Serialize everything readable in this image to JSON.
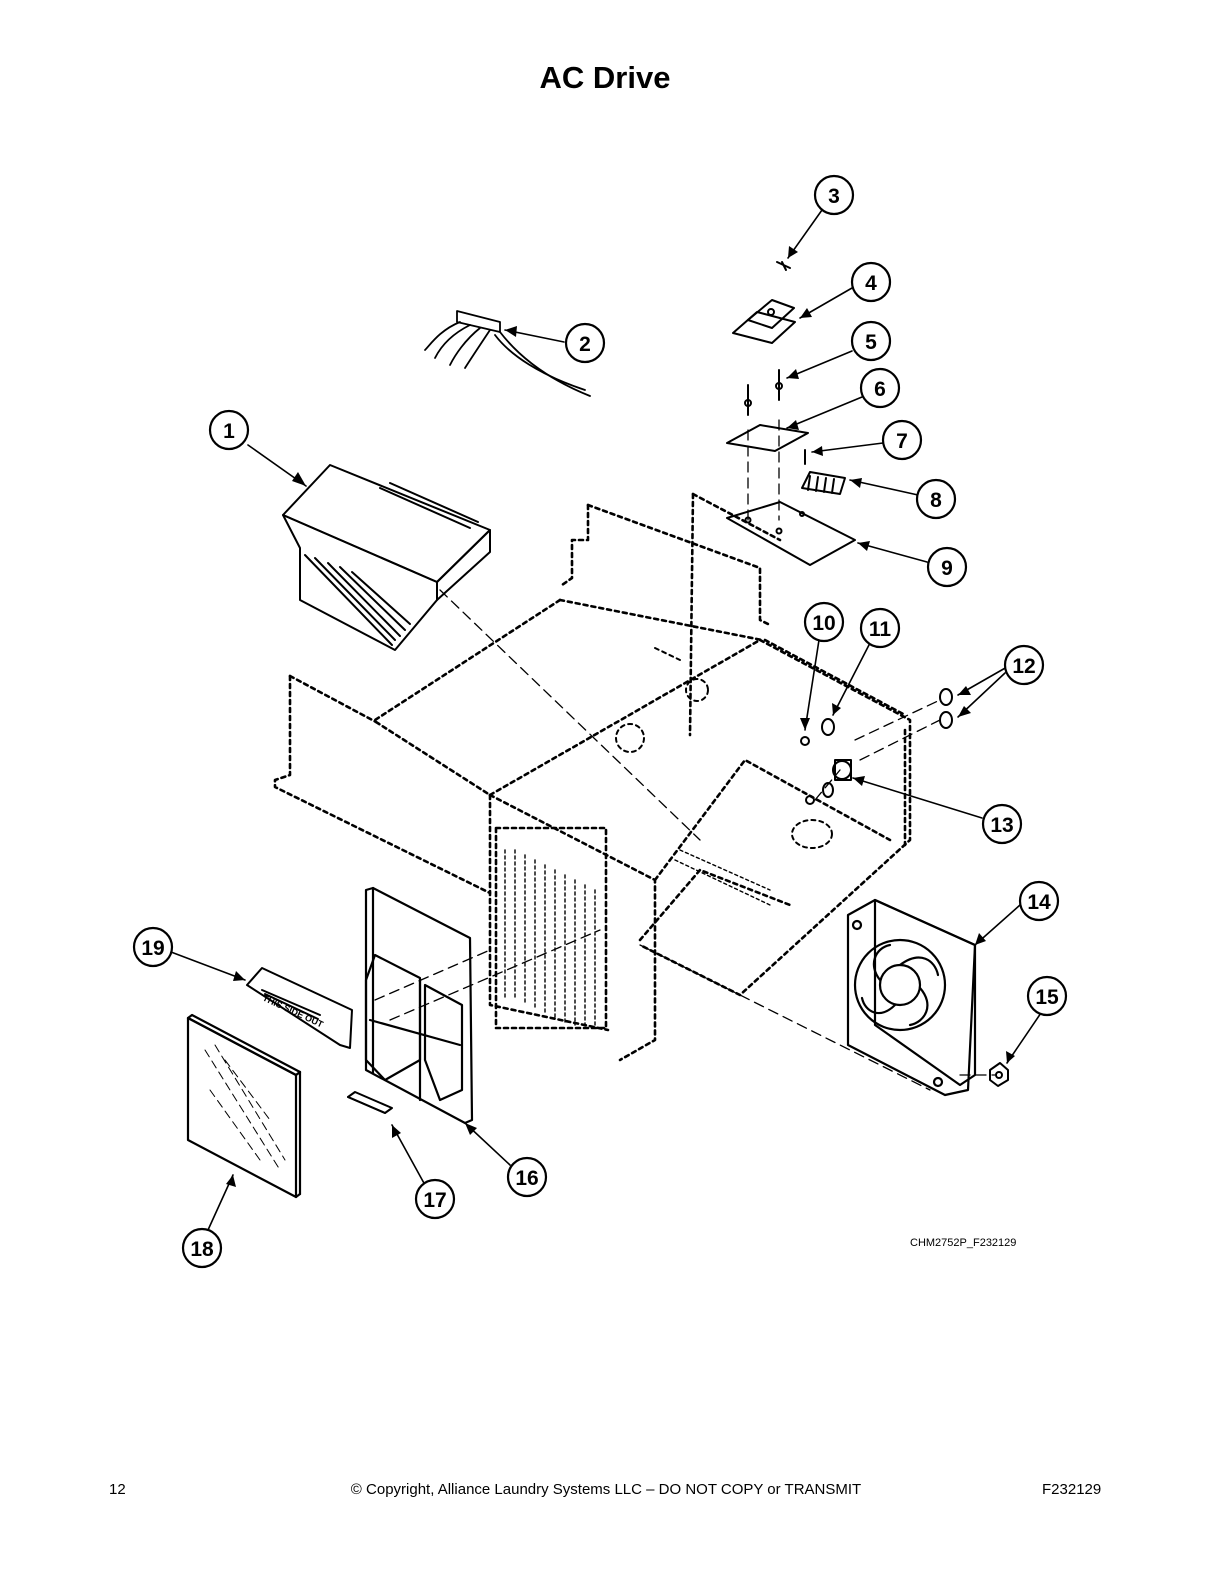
{
  "title": "AC Drive",
  "callouts": [
    "1",
    "2",
    "3",
    "4",
    "5",
    "6",
    "7",
    "8",
    "9",
    "10",
    "11",
    "12",
    "13",
    "14",
    "15",
    "16",
    "17",
    "18",
    "19"
  ],
  "label_text": "THIS SIDE OUT",
  "drawing_code": "CHM2752P_F232129",
  "footer": {
    "page_number": "12",
    "copyright": "© Copyright, Alliance Laundry Systems LLC – DO NOT COPY or TRANSMIT",
    "doc_number": "F232129"
  }
}
